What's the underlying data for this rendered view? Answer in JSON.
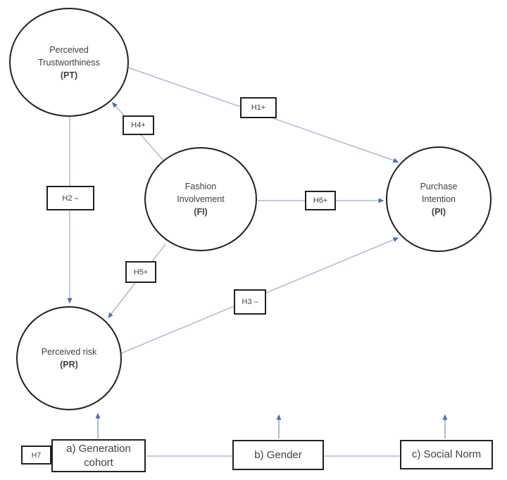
{
  "diagram": {
    "type": "path-model",
    "nodes": {
      "pt": {
        "label_line1": "Perceived",
        "label_line2": "Trustworthiness",
        "abbr": "(PT)"
      },
      "fi": {
        "label_line1": "Fashion",
        "label_line2": "Involvement",
        "abbr": "(FI)"
      },
      "pi": {
        "label_line1": "Purchase",
        "label_line2": "Intention",
        "abbr": "(PI)"
      },
      "pr": {
        "label_line1": "Perceived risk",
        "abbr": "(PR)"
      }
    },
    "edges": [
      {
        "from": "PT",
        "to": "PI",
        "label": "H1+"
      },
      {
        "from": "PT",
        "to": "PR",
        "label": "H2 –"
      },
      {
        "from": "PR",
        "to": "PI",
        "label": "H3 –"
      },
      {
        "from": "FI",
        "to": "PT",
        "label": "H4+"
      },
      {
        "from": "FI",
        "to": "PR",
        "label": "H5+"
      },
      {
        "from": "FI",
        "to": "PI",
        "label": "H6+"
      },
      {
        "from": "a) Generation cohort",
        "to": "PR",
        "label": "H7"
      }
    ],
    "moderators": {
      "generation_cohort": {
        "line1": "a) Generation",
        "line2": "cohort"
      },
      "gender": {
        "label": "b) Gender"
      },
      "social_norm": {
        "label": "c) Social Norm"
      }
    },
    "colors": {
      "connector_line": "#a9bcd8",
      "arrowhead": "#4a6fbe",
      "shape_border": "#212121",
      "text": "#3f3f3f",
      "background": "#ffffff"
    }
  }
}
